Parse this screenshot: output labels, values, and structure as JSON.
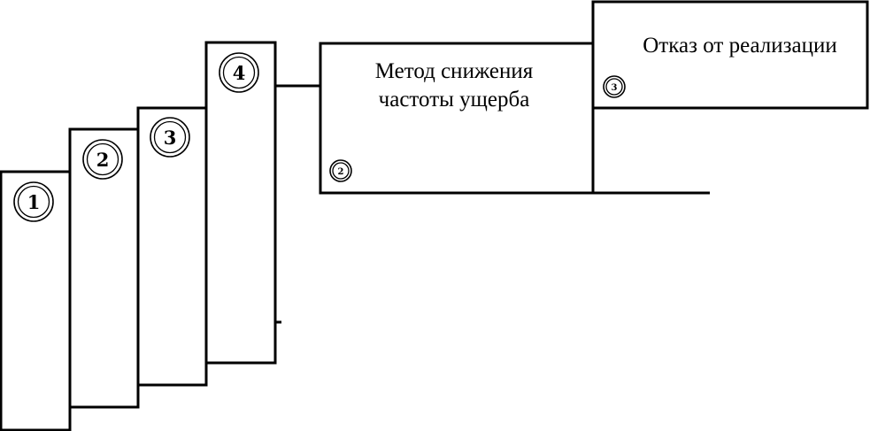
{
  "steps": [
    {
      "number": "1"
    },
    {
      "number": "2"
    },
    {
      "number": "3"
    },
    {
      "number": "4"
    }
  ],
  "method_box": {
    "title_line1": "Метод снижения",
    "title_line2": "частоты ущерба",
    "badge": "2"
  },
  "refusal_box": {
    "title": "Отказ от реализации",
    "badge": "3"
  }
}
